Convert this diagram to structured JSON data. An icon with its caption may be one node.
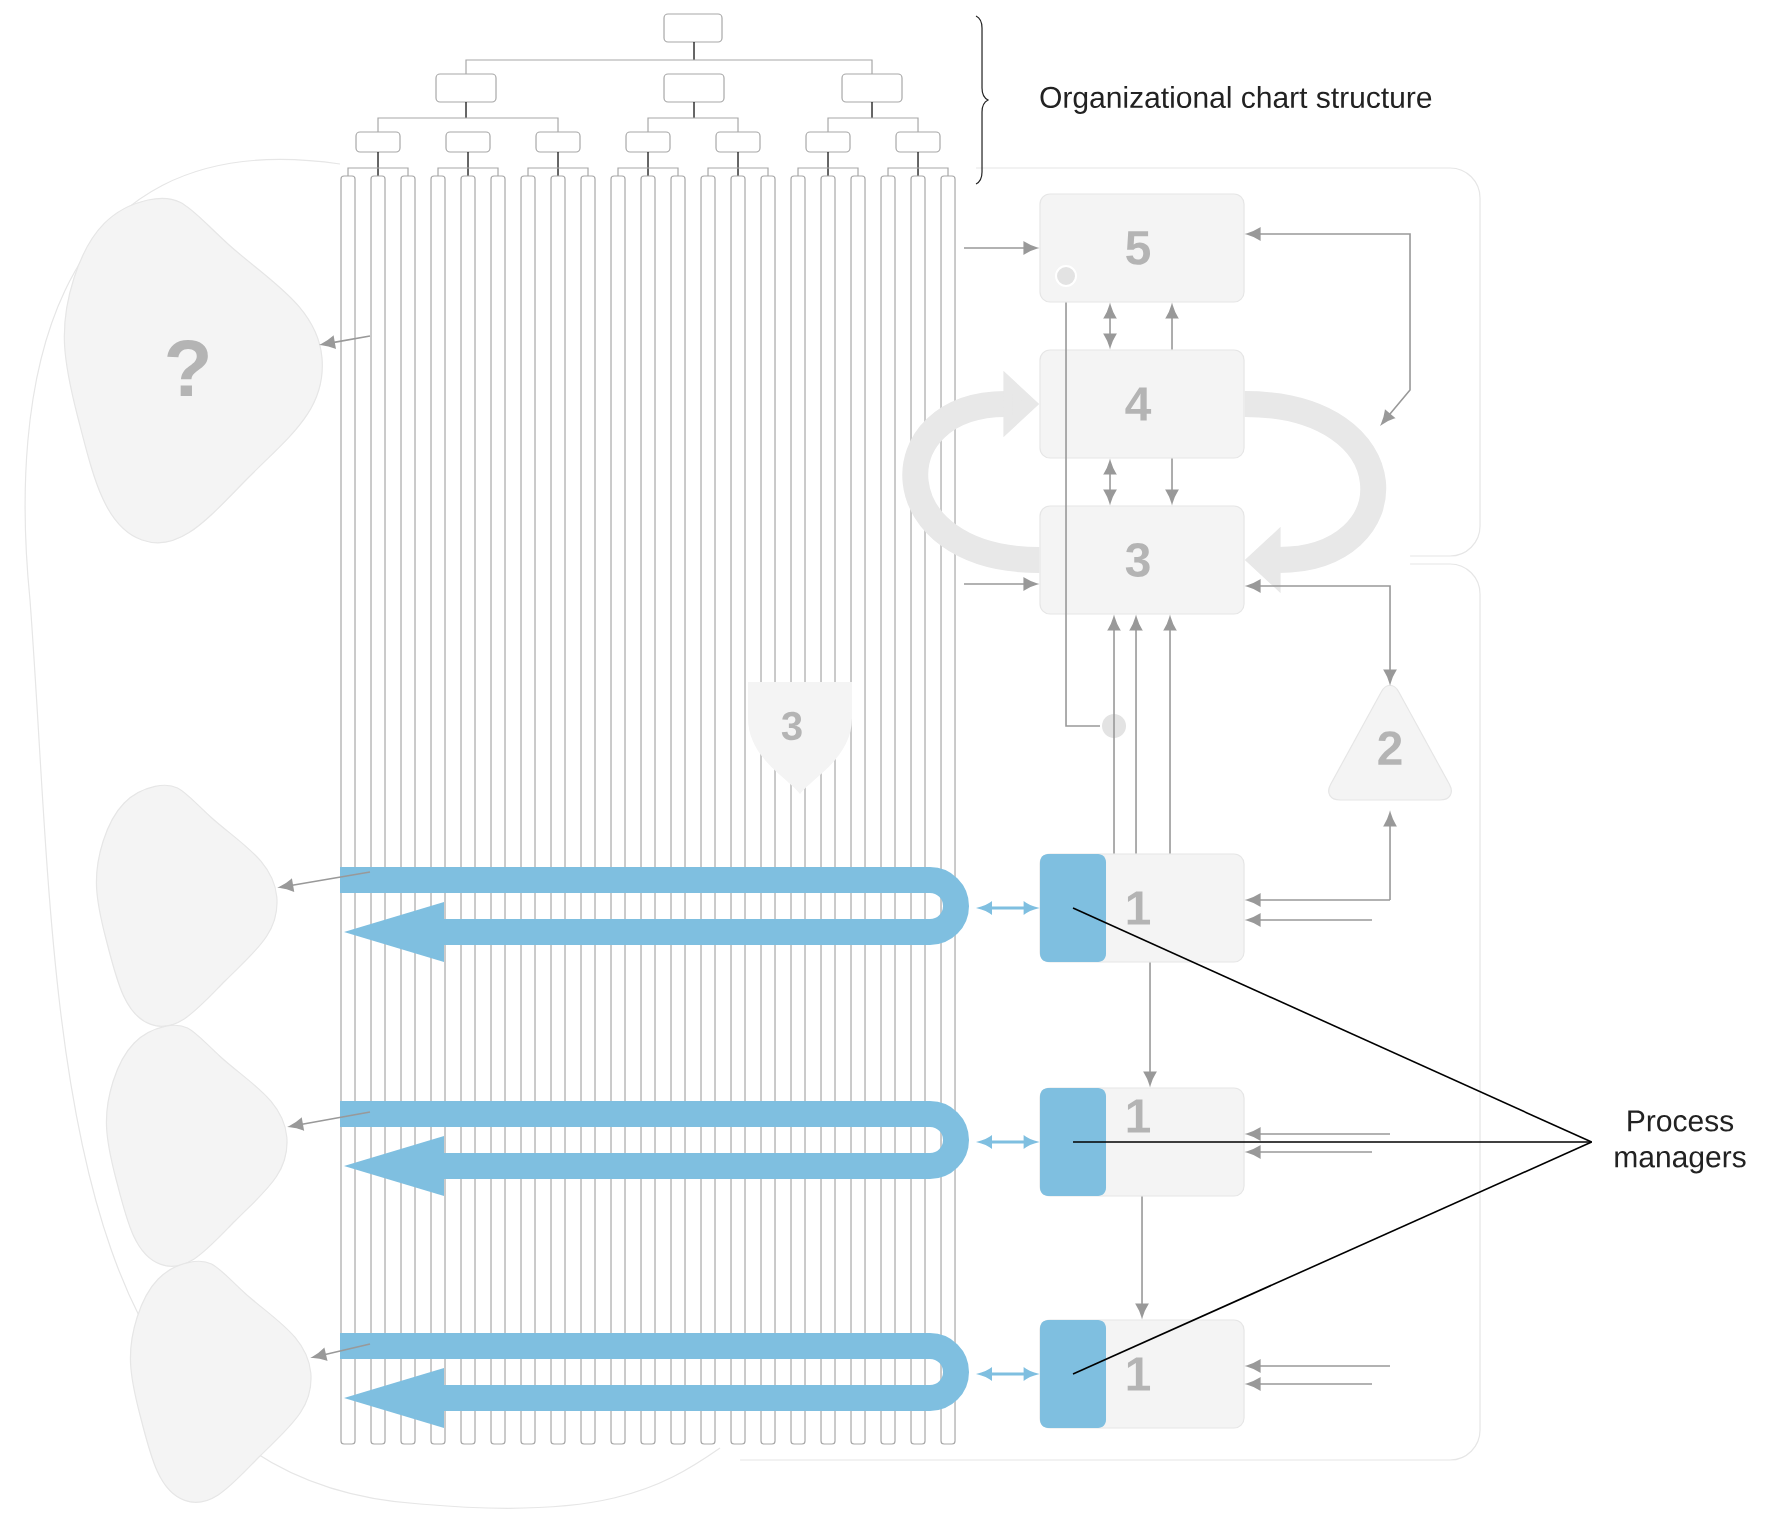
{
  "diagram": {
    "nodes": [
      {
        "text": [
          "?"
        ]
      },
      {
        "text": [
          "5"
        ]
      },
      {
        "text": [
          "4"
        ]
      },
      {
        "text": [
          "3"
        ]
      },
      {
        "text": [
          "2"
        ]
      },
      {
        "text": [
          "3"
        ]
      },
      {
        "text": [
          "1"
        ]
      },
      {
        "text": [
          "1"
        ]
      },
      {
        "text": [
          "1"
        ]
      },
      {
        "text": [],
        "shape": "box",
        "in": 6
      },
      {
        "text": [],
        "shape": "box",
        "in": 7
      },
      {
        "text": [],
        "shape": "box",
        "in": 8
      },
      {
        "text": [],
        "shape": "cloud"
      },
      {
        "text": [],
        "shape": "cloud"
      },
      {
        "text": [],
        "shape": "cloud"
      },
      {
        "text": [
          "Process managers"
        ]
      }
    ],
    "edges": [
      {
        "from": 1,
        "to": 2,
        "arrow": "both"
      },
      {
        "from": 2,
        "to": 1,
        "arrow": "to"
      },
      {
        "from": 2,
        "to": 3,
        "arrow": "both"
      },
      {
        "from": 2,
        "to": 3,
        "arrow": "to"
      },
      {
        "from": 2,
        "to": 3,
        "arrow": "to",
        "style": "thick"
      },
      {
        "from": 3,
        "to": 2,
        "arrow": "to",
        "style": "thick"
      },
      {
        "from": null,
        "to": 1,
        "arrow": "to"
      },
      {
        "from": null,
        "to": 3,
        "arrow": "to"
      },
      {
        "from": null,
        "to": 1,
        "arrow": "both"
      },
      {
        "from": 3,
        "to": 4,
        "arrow": "both"
      },
      {
        "from": 6,
        "to": 3,
        "arrow": "to"
      },
      {
        "from": 6,
        "to": 3,
        "arrow": "to"
      },
      {
        "from": 6,
        "to": 3,
        "arrow": "to"
      },
      {
        "from": 6,
        "to": 7,
        "arrow": "to"
      },
      {
        "from": 7,
        "to": 8,
        "arrow": "to"
      },
      {
        "from": null,
        "to": 4,
        "arrow": "to"
      },
      {
        "from": null,
        "to": 6,
        "arrow": "to"
      },
      {
        "from": null,
        "to": 7,
        "arrow": "to"
      },
      {
        "from": null,
        "to": 8,
        "arrow": "to"
      },
      {
        "from": null,
        "to": 6,
        "arrow": "to"
      },
      {
        "from": null,
        "to": 7,
        "arrow": "to"
      },
      {
        "from": null,
        "to": 8,
        "arrow": "to"
      },
      {
        "from": null,
        "to": 9,
        "arrow": "both",
        "color": "#7fbfe0"
      },
      {
        "from": null,
        "to": 10,
        "arrow": "both",
        "color": "#7fbfe0"
      },
      {
        "from": null,
        "to": 11,
        "arrow": "both",
        "color": "#7fbfe0"
      },
      {
        "from": 15,
        "to": 9,
        "arrow": "none",
        "color": "#000000"
      },
      {
        "from": 15,
        "to": 10,
        "arrow": "none",
        "color": "#000000"
      },
      {
        "from": 15,
        "to": 11,
        "arrow": "none",
        "color": "#000000"
      },
      {
        "from": null,
        "to": 0,
        "arrow": "to"
      },
      {
        "from": null,
        "to": 12,
        "arrow": "to"
      },
      {
        "from": null,
        "to": 13,
        "arrow": "to"
      },
      {
        "from": null,
        "to": 14,
        "arrow": "to"
      },
      {
        "from": 1,
        "to": null,
        "arrow": "none"
      }
    ],
    "labels": [
      "Organizational chart structure"
    ]
  }
}
